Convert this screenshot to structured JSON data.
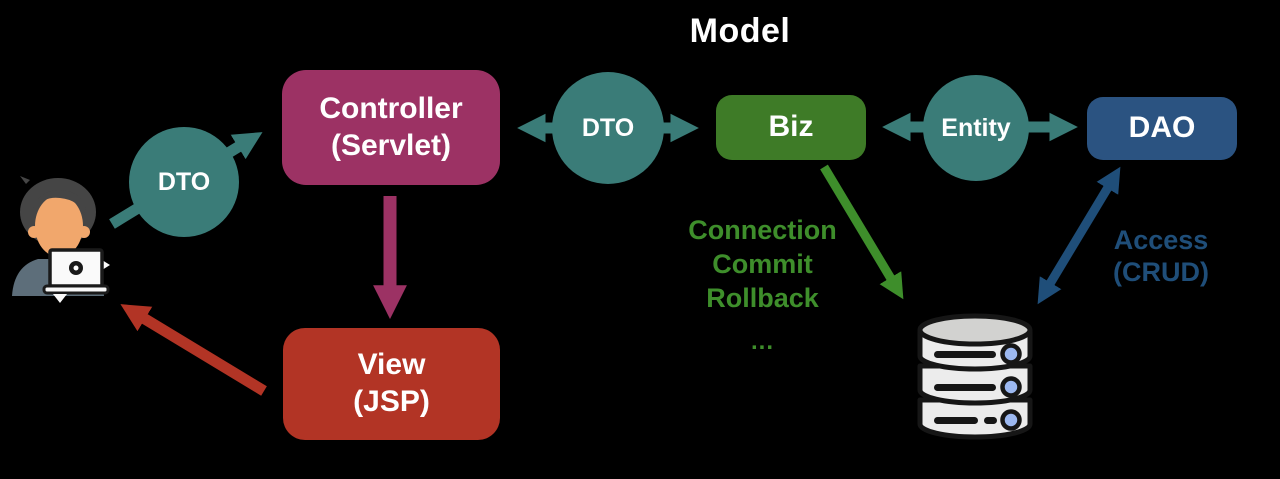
{
  "title": "Model",
  "colors": {
    "bg": "#000000",
    "white": "#FFFFFF",
    "teal": "#3A7C78",
    "purple": "#9C3264",
    "green": "#3E7B27",
    "navy": "#2B5381",
    "red": "#B23425",
    "green-text": "#3E8E2B",
    "blue-text": "#1F4E79"
  },
  "nodes": {
    "controller": {
      "line1": "Controller",
      "line2": "(Servlet)"
    },
    "view": {
      "line1": "View",
      "line2": "(JSP)"
    },
    "biz": {
      "label": "Biz"
    },
    "dao": {
      "label": "DAO"
    },
    "dto_left": {
      "label": "DTO"
    },
    "dto_mid": {
      "label": "DTO"
    },
    "entity": {
      "label": "Entity"
    }
  },
  "annotations": {
    "transaction": {
      "line1": "Connection",
      "line2": "Commit",
      "line3": "Rollback",
      "ellipsis": "..."
    },
    "access": {
      "line1": "Access",
      "line2": "(CRUD)"
    }
  },
  "icons": {
    "user": "user-at-laptop-icon",
    "database": "database-icon"
  }
}
